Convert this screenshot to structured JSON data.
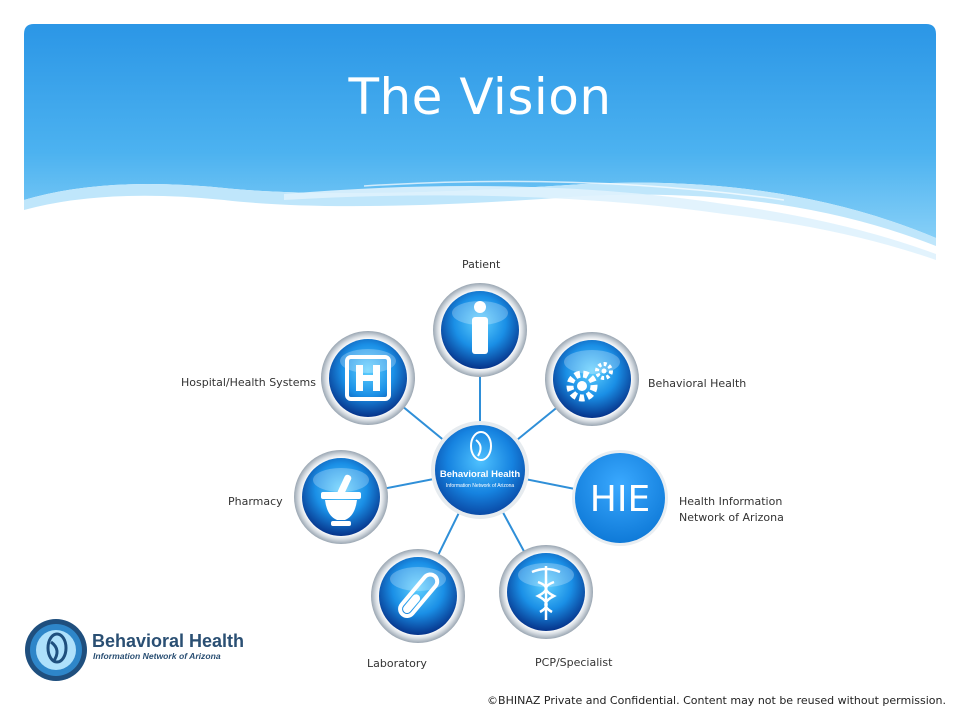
{
  "slide": {
    "title": "The Vision",
    "footer": "©BHINAZ Private and Confidential.  Content may not be reused without permission."
  },
  "center": {
    "line1": "Behavioral Health",
    "line2": "Information Network of Arizona"
  },
  "nodes": {
    "patient": "Patient",
    "behavioral_health": "Behavioral Health",
    "hie_badge": "HIE",
    "hie_line1": "Health Information",
    "hie_line2": "Network of Arizona",
    "pcp": "PCP/Specialist",
    "laboratory": "Laboratory",
    "pharmacy": "Pharmacy",
    "hospital": "Hospital/Health Systems"
  },
  "logo": {
    "line1": "Behavioral Health",
    "line2": "Information Network of Arizona"
  },
  "colors": {
    "banner_top": "#2e9ae8",
    "banner_bottom": "#7ccaf6",
    "node_blue": "#1587e0",
    "node_dark": "#0a3d8f",
    "logo_text": "#2a4f73"
  }
}
